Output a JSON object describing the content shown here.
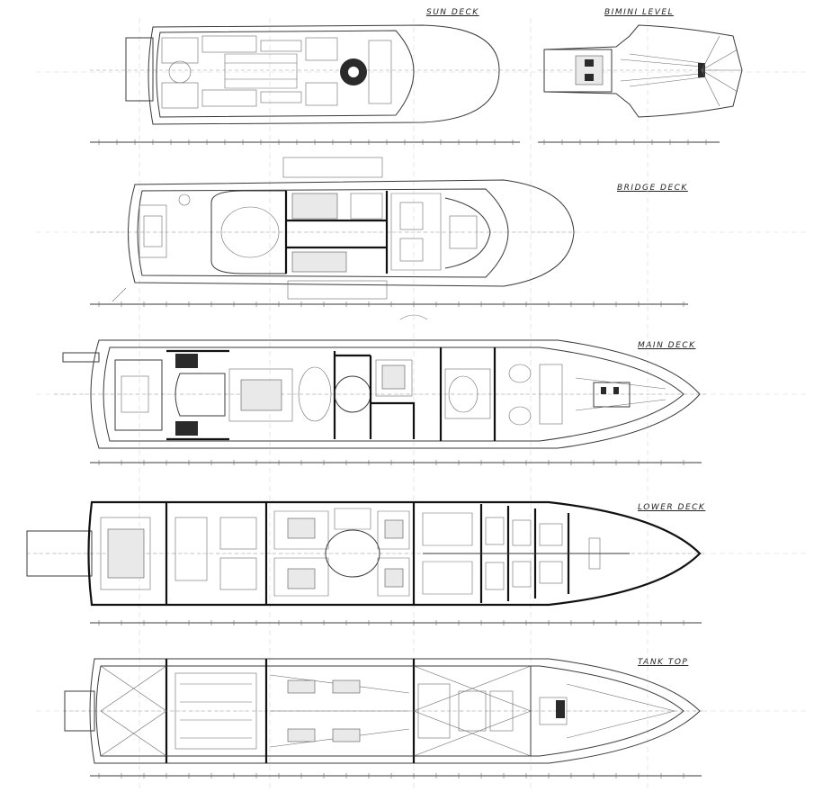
{
  "decks": [
    {
      "id": "sun",
      "label": "SUN DECK"
    },
    {
      "id": "bimini",
      "label": "BIMINI LEVEL"
    },
    {
      "id": "bridge",
      "label": "BRIDGE DECK"
    },
    {
      "id": "main",
      "label": "MAIN DECK"
    },
    {
      "id": "lower",
      "label": "LOWER DECK"
    },
    {
      "id": "tank",
      "label": "TANK TOP"
    }
  ]
}
